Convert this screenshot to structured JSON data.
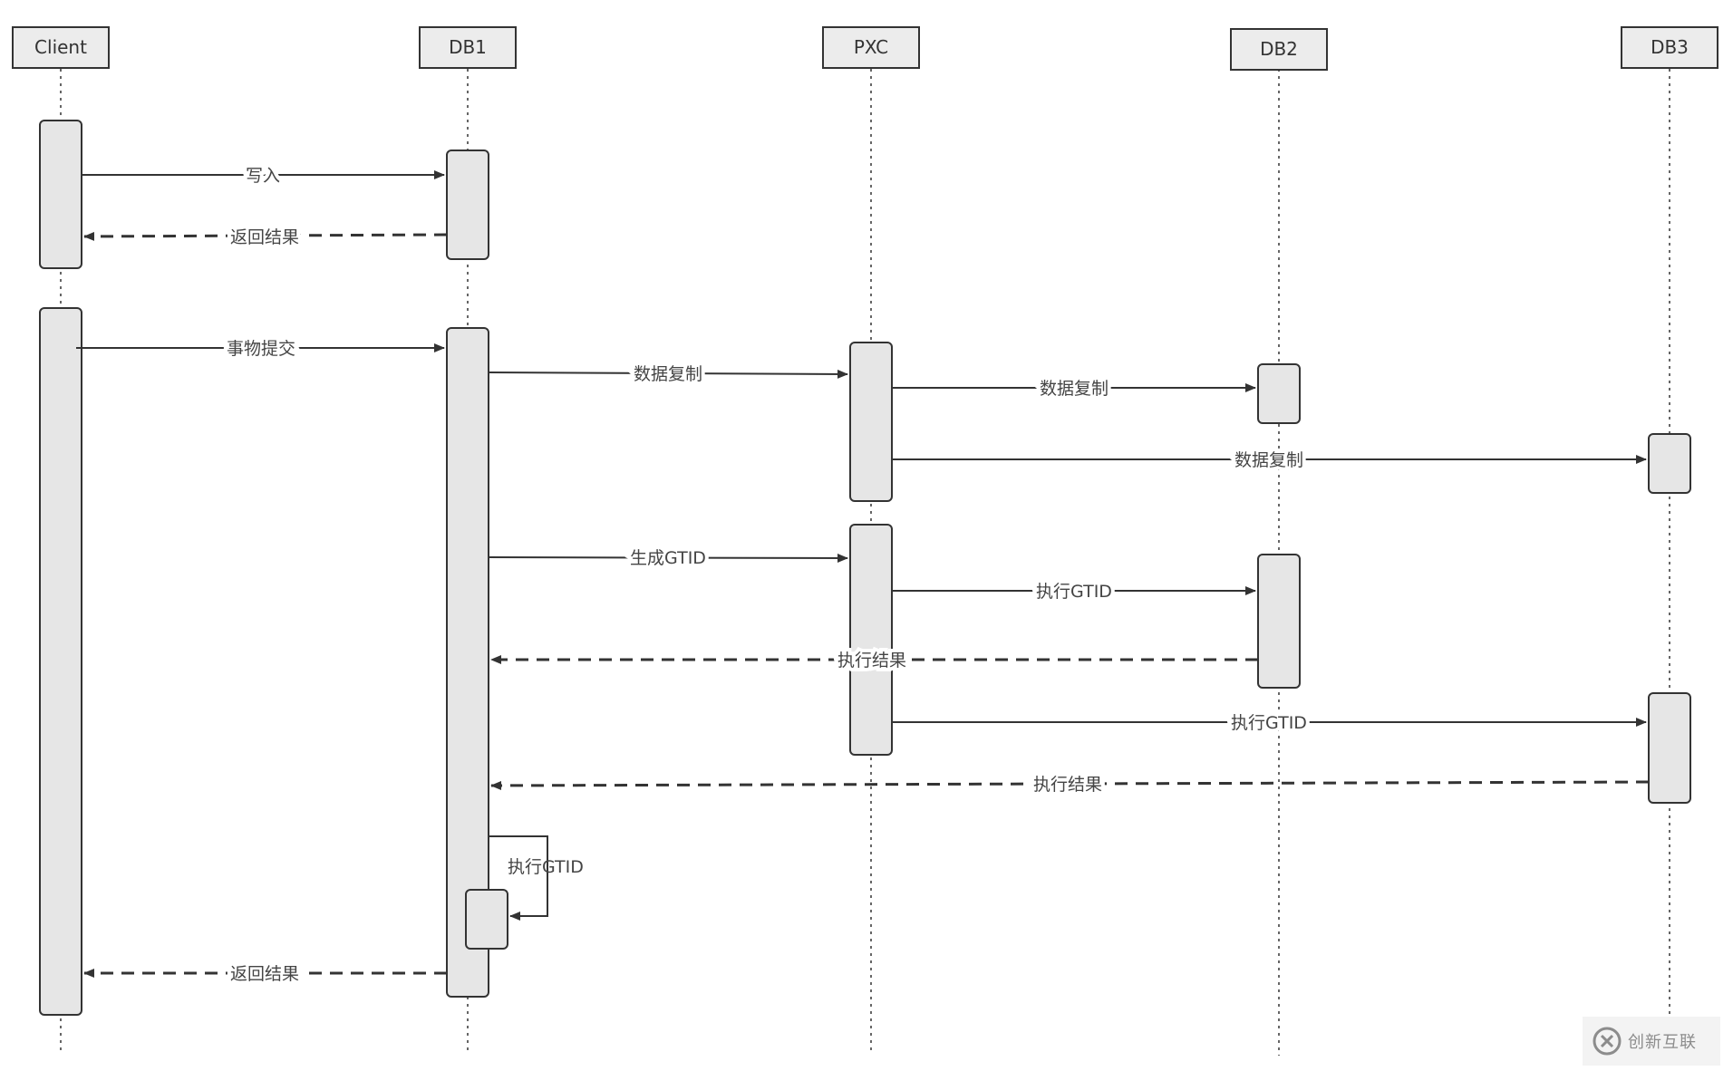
{
  "participants": [
    {
      "id": "client",
      "label": "Client"
    },
    {
      "id": "db1",
      "label": "DB1"
    },
    {
      "id": "pxc",
      "label": "PXC"
    },
    {
      "id": "db2",
      "label": "DB2"
    },
    {
      "id": "db3",
      "label": "DB3"
    }
  ],
  "messages": [
    {
      "id": "m1",
      "from": "client",
      "to": "db1",
      "label": "写入",
      "style": "solid"
    },
    {
      "id": "m2",
      "from": "db1",
      "to": "client",
      "label": "返回结果",
      "style": "dashed"
    },
    {
      "id": "m3",
      "from": "client",
      "to": "db1",
      "label": "事物提交",
      "style": "solid"
    },
    {
      "id": "m4",
      "from": "db1",
      "to": "pxc",
      "label": "数据复制",
      "style": "solid"
    },
    {
      "id": "m5",
      "from": "pxc",
      "to": "db2",
      "label": "数据复制",
      "style": "solid"
    },
    {
      "id": "m6",
      "from": "pxc",
      "to": "db3",
      "label": "数据复制",
      "style": "solid"
    },
    {
      "id": "m7",
      "from": "db1",
      "to": "pxc",
      "label": "生成GTID",
      "style": "solid"
    },
    {
      "id": "m8",
      "from": "pxc",
      "to": "db2",
      "label": "执行GTID",
      "style": "solid"
    },
    {
      "id": "m9",
      "from": "db2",
      "to": "db1",
      "label": "执行结果",
      "style": "dashed"
    },
    {
      "id": "m10",
      "from": "pxc",
      "to": "db3",
      "label": "执行GTID",
      "style": "solid"
    },
    {
      "id": "m11",
      "from": "db3",
      "to": "db1",
      "label": "执行结果",
      "style": "dashed"
    },
    {
      "id": "m12",
      "from": "db1",
      "to": "db1",
      "label": "执行GTID",
      "style": "self"
    },
    {
      "id": "m13",
      "from": "db1",
      "to": "client",
      "label": "返回结果",
      "style": "dashed"
    }
  ],
  "watermark": {
    "text": "创新互联",
    "icon": "chuangxin-logo-icon"
  }
}
